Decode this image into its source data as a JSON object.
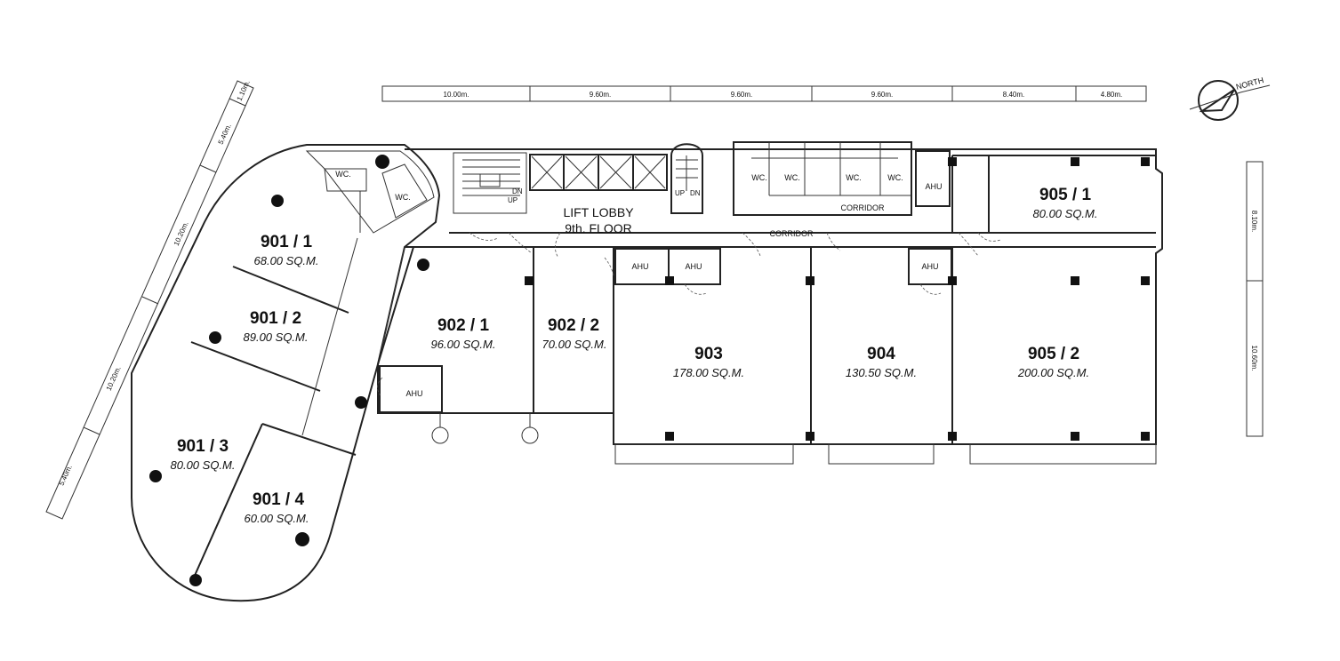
{
  "colors": {
    "wall": "#222222",
    "column": "#111111",
    "background": "#ffffff"
  },
  "north": {
    "label": "NORTH",
    "icon": "north-arrow-icon"
  },
  "dimensions": {
    "top": [
      "10.00m.",
      "9.60m.",
      "9.60m.",
      "9.60m.",
      "8.40m.",
      "4.80m."
    ],
    "right": [
      "8.10m.",
      "10.60m."
    ],
    "left": [
      "1.10m.",
      "5.40m.",
      "10.20m.",
      "10.20m.",
      "5.40m."
    ]
  },
  "core": {
    "lift_lobby": "LIFT LOBBY",
    "floor": "9th. FLOOR",
    "corridor": "CORRIDOR",
    "wc": "WC.",
    "ahu": "AHU",
    "up": "UP",
    "dn": "DN"
  },
  "units": [
    {
      "id": "901 / 1",
      "area": "68.00 SQ.M."
    },
    {
      "id": "901 / 2",
      "area": "89.00 SQ.M."
    },
    {
      "id": "901 / 3",
      "area": "80.00 SQ.M."
    },
    {
      "id": "901 / 4",
      "area": "60.00 SQ.M."
    },
    {
      "id": "902 / 1",
      "area": "96.00 SQ.M."
    },
    {
      "id": "902 / 2",
      "area": "70.00 SQ.M."
    },
    {
      "id": "903",
      "area": "178.00 SQ.M."
    },
    {
      "id": "904",
      "area": "130.50 SQ.M."
    },
    {
      "id": "905 / 1",
      "area": "80.00 SQ.M."
    },
    {
      "id": "905 / 2",
      "area": "200.00 SQ.M."
    }
  ]
}
